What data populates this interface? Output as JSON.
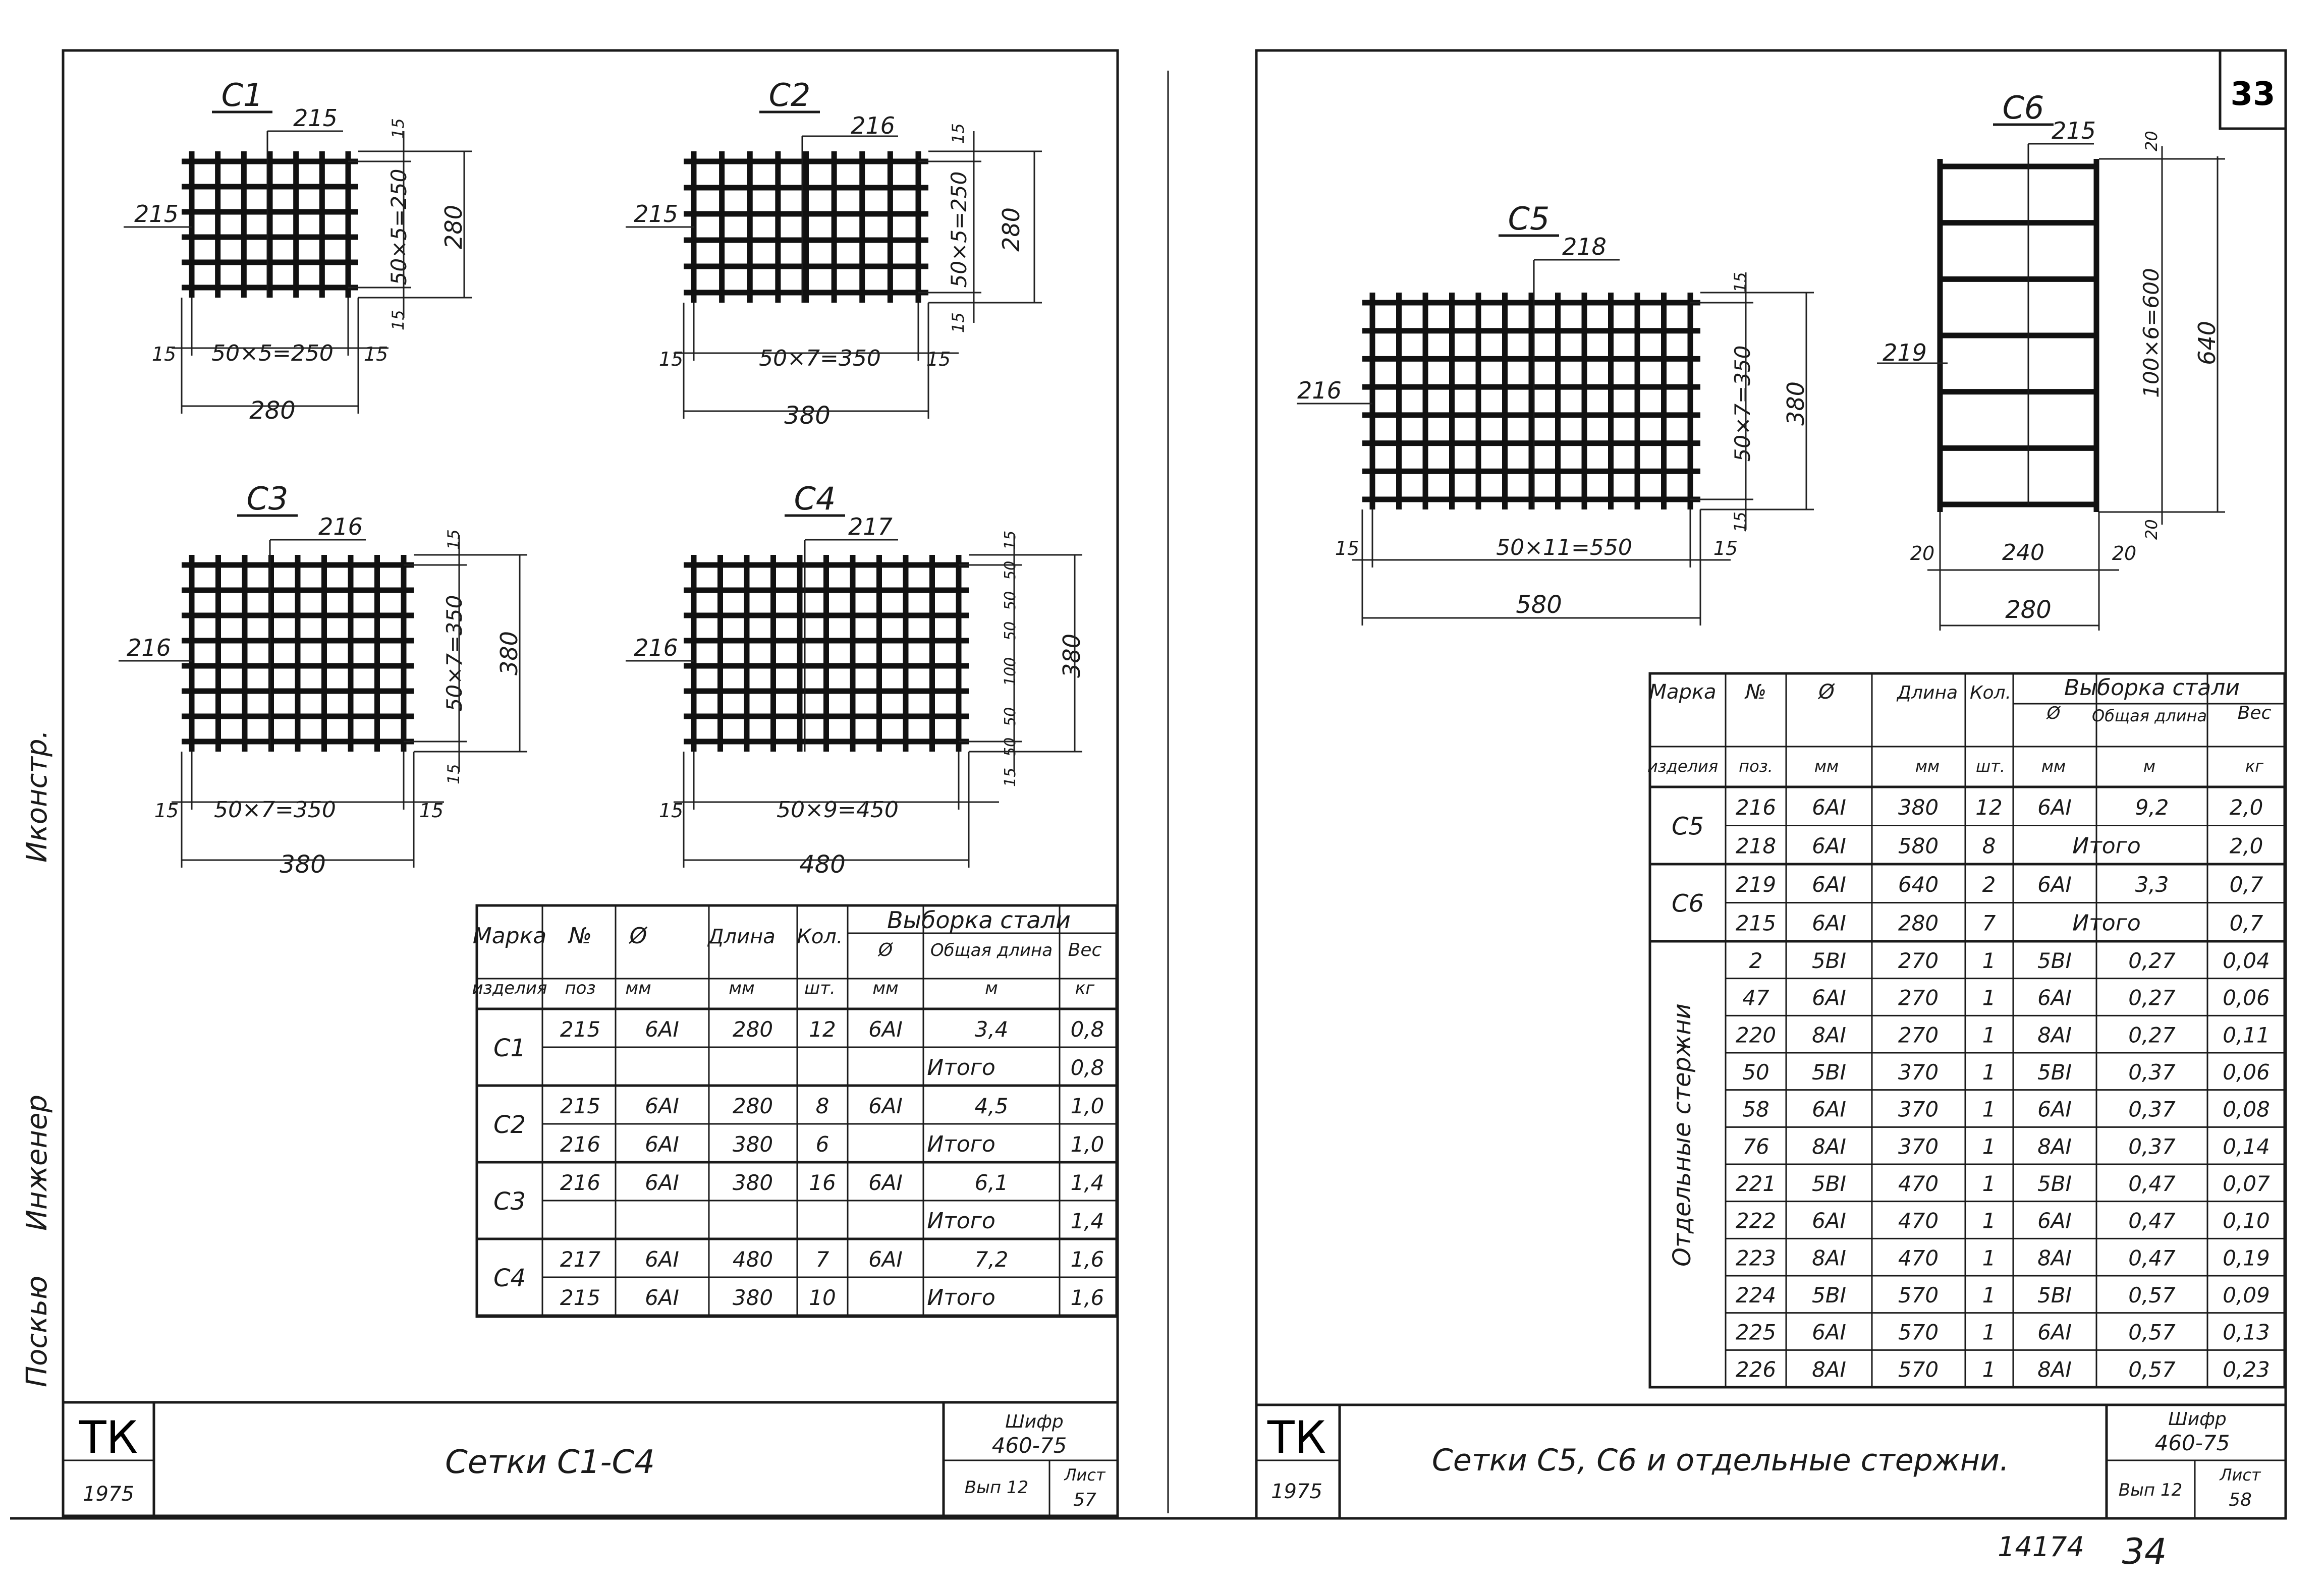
{
  "sheet_number_top": "33",
  "bottom_numbers": {
    "code": "14174",
    "page": "34"
  },
  "left_sheet": {
    "stamp": {
      "org": "ТК",
      "year": "1975",
      "title": "Сетки С1-С4",
      "code_label": "Шифр",
      "code": "460-75",
      "issue_label": "Вып 12",
      "sheet_label": "Лист",
      "sheet_no": "57"
    },
    "side_labels": [
      "Поскью",
      "Инженер",
      "Иконстр."
    ],
    "meshes": [
      {
        "name": "С1",
        "rebar_top": "215",
        "rebar_left": "215",
        "vert_dim": "50×5=250",
        "height": "280",
        "edge_top": "15",
        "edge_bottom": "15",
        "horiz_dim": "50×5=250",
        "edge_left": "15",
        "edge_right": "15",
        "total": "280",
        "cols": 7,
        "rows": 6
      },
      {
        "name": "С2",
        "rebar_top": "216",
        "rebar_left": "215",
        "vert_dim": "50×5=250",
        "height": "280",
        "edge_top": "15",
        "edge_bottom": "15",
        "horiz_dim": "50×7=350",
        "edge_left": "15",
        "edge_right": "15",
        "total": "380",
        "cols": 9,
        "rows": 6
      },
      {
        "name": "С3",
        "rebar_top": "216",
        "rebar_left": "216",
        "vert_dim": "50×7=350",
        "height": "380",
        "edge_top": "15",
        "edge_bottom": "15",
        "horiz_dim": "50×7=350",
        "edge_left": "15",
        "edge_right": "15",
        "total": "380",
        "cols": 9,
        "rows": 8
      },
      {
        "name": "С4",
        "rebar_top": "217",
        "rebar_left": "216",
        "vert_dim_parts": [
          "50",
          "50",
          "50",
          "100",
          "50",
          "50"
        ],
        "height": "380",
        "edge_top": "15",
        "edge_bottom": "15",
        "horiz_dim": "50×9=450",
        "edge_left": "15",
        "edge_right": "",
        "total": "480",
        "cols": 11,
        "rows": 8
      }
    ],
    "table": {
      "headers": {
        "mark": "Марка",
        "mark2": "изделия",
        "pos": "№",
        "pos2": "поз",
        "dia": "Ø",
        "dia2": "мм",
        "len": "Длина",
        "len2": "мм",
        "qty": "Кол.",
        "qty2": "шт.",
        "group": "Выборка стали",
        "g_dia": "Ø",
        "g_dia2": "мм",
        "g_len": "Общая длина",
        "g_len2": "м",
        "g_w": "Вес",
        "g_w2": "кг"
      },
      "total_label": "Итого",
      "rows": [
        {
          "mark": "С1",
          "pos": "215",
          "dia": "6АI",
          "len": "280",
          "qty": "12",
          "s_dia": "6АI",
          "s_len": "3,4",
          "w": "0,8",
          "pos2": "",
          "dia2": "",
          "len2": "",
          "qty2": "",
          "w2": "0,8"
        },
        {
          "mark": "С2",
          "pos": "215",
          "dia": "6АI",
          "len": "280",
          "qty": "8",
          "s_dia": "6АI",
          "s_len": "4,5",
          "w": "1,0",
          "pos2": "216",
          "dia2": "6АI",
          "len2": "380",
          "qty2": "6",
          "w2": "1,0"
        },
        {
          "mark": "С3",
          "pos": "216",
          "dia": "6АI",
          "len": "380",
          "qty": "16",
          "s_dia": "6АI",
          "s_len": "6,1",
          "w": "1,4",
          "pos2": "",
          "dia2": "",
          "len2": "",
          "qty2": "",
          "w2": "1,4"
        },
        {
          "mark": "С4",
          "pos": "217",
          "dia": "6АI",
          "len": "480",
          "qty": "7",
          "s_dia": "6АI",
          "s_len": "7,2",
          "w": "1,6",
          "pos2": "215",
          "dia2": "6АI",
          "len2": "380",
          "qty2": "10",
          "w2": "1,6"
        }
      ]
    }
  },
  "right_sheet": {
    "stamp": {
      "org": "ТК",
      "year": "1975",
      "title": "Сетки С5, С6 и отдельные стержни.",
      "code_label": "Шифр",
      "code": "460-75",
      "issue_label": "Вып 12",
      "sheet_label": "Лист",
      "sheet_no": "58"
    },
    "mesh_c5": {
      "name": "С5",
      "rebar_top": "218",
      "rebar_left": "216",
      "vert_dim": "50×7=350",
      "height": "380",
      "edge_top": "15",
      "edge_bottom": "15",
      "horiz_dim": "50×11=550",
      "edge_left": "15",
      "edge_right": "15",
      "total": "580",
      "cols": 13,
      "rows": 8
    },
    "mesh_c6": {
      "name": "С6",
      "rebar_top": "215",
      "rebar_left": "219",
      "vert_dim": "100×6=600",
      "height": "640",
      "edge_top": "20",
      "edge_bottom": "20",
      "horiz_dim": "240",
      "edge_left": "20",
      "edge_right": "20",
      "total": "280",
      "rows": 7
    },
    "table": {
      "headers": {
        "mark": "Марка",
        "mark2": "изделия",
        "pos": "№",
        "pos2": "поз.",
        "dia": "Ø",
        "dia2": "мм",
        "len": "Длина",
        "len2": "мм",
        "qty": "Кол.",
        "qty2": "шт.",
        "group": "Выборка стали",
        "g_dia": "Ø",
        "g_dia2": "мм",
        "g_len": "Общая длина",
        "g_len2": "м",
        "g_w": "Вес",
        "g_w2": "кг"
      },
      "total_label": "Итого",
      "group_label": "Отдельные стержни",
      "mesh_rows": [
        {
          "mark": "С5",
          "pos": "216",
          "dia": "6АI",
          "len": "380",
          "qty": "12",
          "s_dia": "6АI",
          "s_len": "9,2",
          "w": "2,0",
          "pos2": "218",
          "dia2": "6АI",
          "len2": "580",
          "qty2": "8",
          "w2": "2,0"
        },
        {
          "mark": "С6",
          "pos": "219",
          "dia": "6АI",
          "len": "640",
          "qty": "2",
          "s_dia": "6АI",
          "s_len": "3,3",
          "w": "0,7",
          "pos2": "215",
          "dia2": "6АI",
          "len2": "280",
          "qty2": "7",
          "w2": "0,7"
        }
      ],
      "bar_rows": [
        {
          "pos": "2",
          "dia": "5ВI",
          "len": "270",
          "qty": "1",
          "s_dia": "5ВI",
          "s_len": "0,27",
          "w": "0,04"
        },
        {
          "pos": "47",
          "dia": "6АI",
          "len": "270",
          "qty": "1",
          "s_dia": "6АI",
          "s_len": "0,27",
          "w": "0,06"
        },
        {
          "pos": "220",
          "dia": "8АI",
          "len": "270",
          "qty": "1",
          "s_dia": "8АI",
          "s_len": "0,27",
          "w": "0,11"
        },
        {
          "pos": "50",
          "dia": "5ВI",
          "len": "370",
          "qty": "1",
          "s_dia": "5ВI",
          "s_len": "0,37",
          "w": "0,06"
        },
        {
          "pos": "58",
          "dia": "6АI",
          "len": "370",
          "qty": "1",
          "s_dia": "6АI",
          "s_len": "0,37",
          "w": "0,08"
        },
        {
          "pos": "76",
          "dia": "8АI",
          "len": "370",
          "qty": "1",
          "s_dia": "8АI",
          "s_len": "0,37",
          "w": "0,14"
        },
        {
          "pos": "221",
          "dia": "5ВI",
          "len": "470",
          "qty": "1",
          "s_dia": "5ВI",
          "s_len": "0,47",
          "w": "0,07"
        },
        {
          "pos": "222",
          "dia": "6АI",
          "len": "470",
          "qty": "1",
          "s_dia": "6АI",
          "s_len": "0,47",
          "w": "0,10"
        },
        {
          "pos": "223",
          "dia": "8АI",
          "len": "470",
          "qty": "1",
          "s_dia": "8АI",
          "s_len": "0,47",
          "w": "0,19"
        },
        {
          "pos": "224",
          "dia": "5ВI",
          "len": "570",
          "qty": "1",
          "s_dia": "5ВI",
          "s_len": "0,57",
          "w": "0,09"
        },
        {
          "pos": "225",
          "dia": "6АI",
          "len": "570",
          "qty": "1",
          "s_dia": "6АI",
          "s_len": "0,57",
          "w": "0,13"
        },
        {
          "pos": "226",
          "dia": "8АI",
          "len": "570",
          "qty": "1",
          "s_dia": "8АI",
          "s_len": "0,57",
          "w": "0,23"
        }
      ]
    }
  }
}
